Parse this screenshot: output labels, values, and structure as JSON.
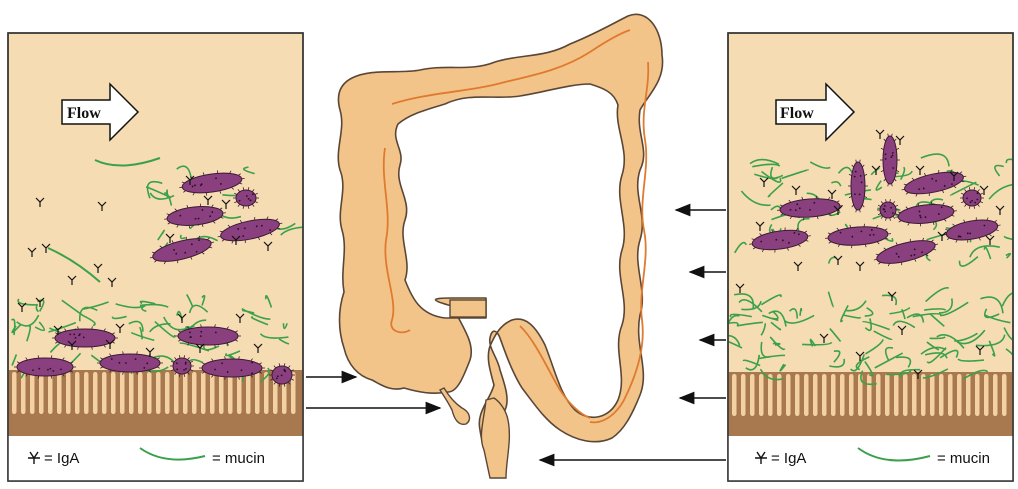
{
  "left_panel": {
    "flow_label": "Flow",
    "legend": {
      "iga_label": "= IgA",
      "mucin_label": "= mucin"
    }
  },
  "right_panel": {
    "flow_label": "Flow",
    "legend": {
      "iga_label": "= IgA",
      "mucin_label": "= mucin"
    }
  },
  "colors": {
    "lumen": "#f6dcb2",
    "panel_border": "#333333",
    "epithelium": "#a8784f",
    "villi": "#f3d1a3",
    "mucin": "#3aa14a",
    "bacteria": "#8a3f7e",
    "colon": "#f2c489",
    "colon_outline": "#5a4636",
    "taenia": "#e07a2e",
    "arrow": "#111111"
  }
}
